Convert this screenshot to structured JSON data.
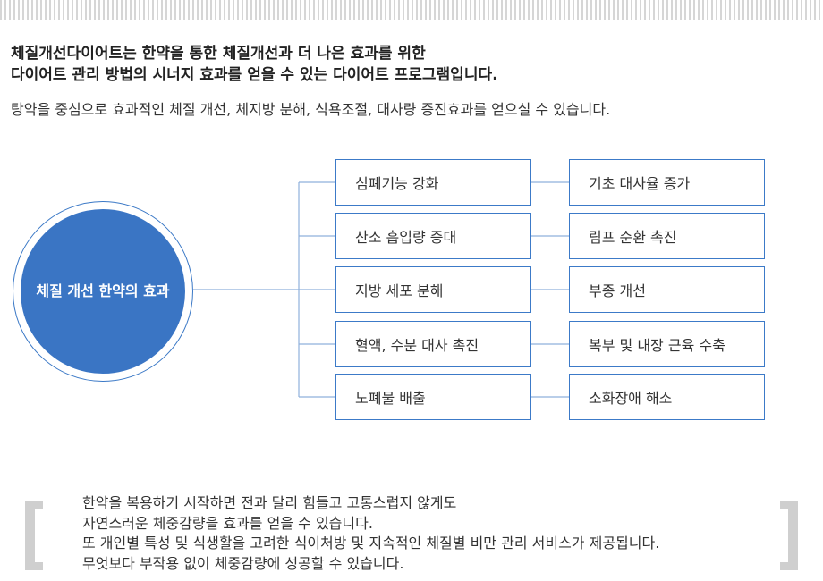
{
  "headline": {
    "line1": "체질개선다이어트는 한약을 통한 체질개선과 더 나은 효과를 위한",
    "line2": "다이어트 관리 방법의 시너지 효과를 얻을 수 있는 다이어트 프로그램입니다."
  },
  "subline": "탕약을 중심으로 효과적인 체질 개선, 체지방 분해, 식욕조절, 대사량 증진효과를 얻으실 수 있습니다.",
  "center": {
    "label": "체질 개선 한약의 효과"
  },
  "effects_primary": [
    "심폐기능 강화",
    "산소 흡입량 증대",
    "지방 세포 분해",
    "혈액, 수분 대사 촉진",
    "노폐물 배출"
  ],
  "effects_secondary": [
    "기초 대사율 증가",
    "림프 순환 촉진",
    "부종 개선",
    "복부 및 내장 근육 수축",
    "소화장애 해소"
  ],
  "quote": {
    "line1": "한약을 복용하기 시작하면 전과 달리 힘들고 고통스럽지 않게도",
    "line2": "자연스러운 체중감량을 효과를 얻을 수 있습니다.",
    "line3": "또 개인별 특성 및 식생활을 고려한 식이처방 및 지속적인 체질별 비만 관리 서비스가 제공됩니다.",
    "line4": "무엇보다 부작용 없이 체중감량에 성공할 수 있습니다."
  },
  "colors": {
    "accent_blue": "#3a75c4",
    "box_border": "#3c7ac8",
    "line_color": "#8fb0dc",
    "bracket_gray": "#cfcfcf",
    "stripe_gray": "#d6d6d6"
  }
}
